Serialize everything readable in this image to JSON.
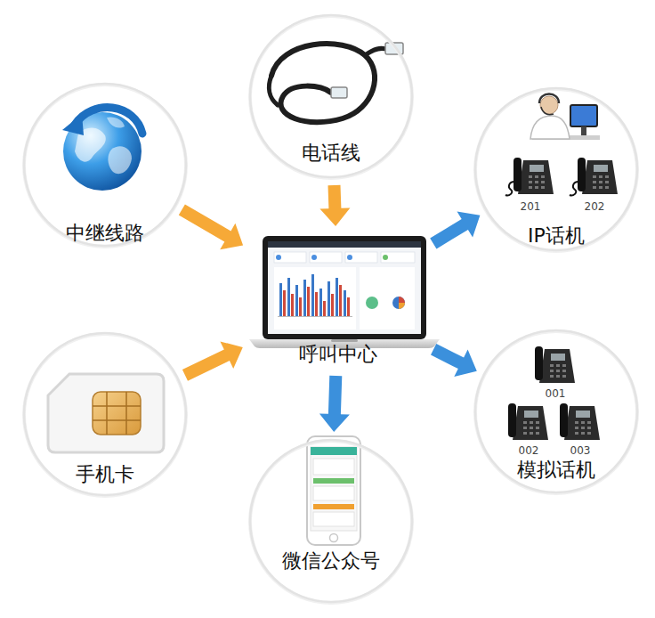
{
  "diagram": {
    "nodes": [
      {
        "text": [
          "电话线"
        ]
      },
      {
        "text": [
          "中继线路"
        ]
      },
      {
        "text": [
          "IP话机"
        ]
      },
      {
        "text": [
          "呼叫中心"
        ]
      },
      {
        "text": [
          "手机卡"
        ]
      },
      {
        "text": [
          "模拟话机"
        ]
      },
      {
        "text": [
          "微信公众号"
        ]
      }
    ],
    "edges": [
      {
        "from": 0,
        "to": 3,
        "arrow": "to"
      },
      {
        "from": 1,
        "to": 3,
        "arrow": "to"
      },
      {
        "from": 4,
        "to": 3,
        "arrow": "to"
      },
      {
        "from": 3,
        "to": 2,
        "arrow": "to"
      },
      {
        "from": 3,
        "to": 5,
        "arrow": "to"
      },
      {
        "from": 3,
        "to": 6,
        "arrow": "to"
      }
    ],
    "labels": [
      "201",
      "202",
      "001",
      "002",
      "003"
    ]
  }
}
